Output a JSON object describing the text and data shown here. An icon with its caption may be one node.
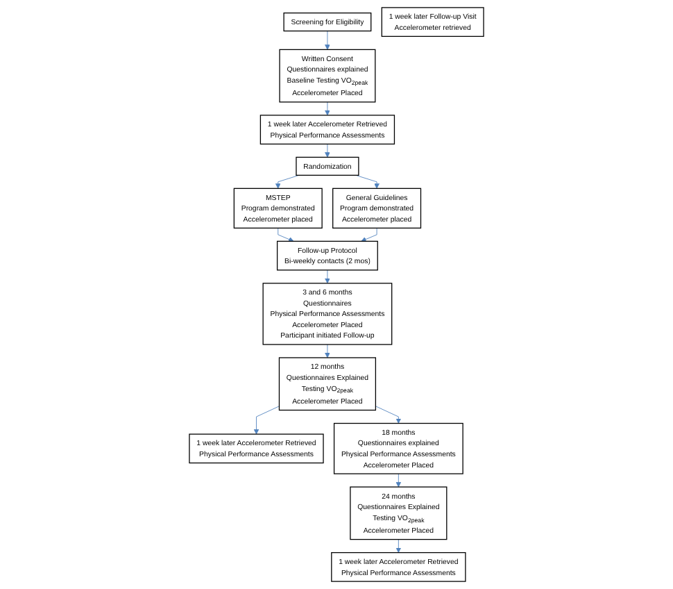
{
  "diagram": {
    "nodes": [
      {
        "text": [
          "Screening for Eligibility"
        ]
      },
      {
        "text": [
          "Written Consent",
          "Questionnaires explained",
          "Baseline Testing VO$_{2peak}$",
          "Accelerometer Placed"
        ]
      },
      {
        "text": [
          "1 week later Accelerometer Retrieved",
          "Physical Performance Assessments"
        ]
      },
      {
        "text": [
          "Randomization"
        ]
      },
      {
        "text": [
          "MSTEP",
          "Program demonstrated",
          "Accelerometer placed"
        ]
      },
      {
        "text": [
          "General Guidelines",
          "Program demonstrated",
          "Accelerometer placed"
        ]
      },
      {
        "text": [
          "1 week later Follow-up Visit",
          "Accelerometer retrieved"
        ]
      },
      {
        "text": [
          "Follow-up Protocol",
          "Bi-weekly contacts (2 mos)"
        ]
      },
      {
        "text": [
          "3 and 6 months",
          "Questionnaires",
          "Physical Performance Assessments",
          "Accelerometer Placed",
          "Participant initiated Follow-up"
        ]
      },
      {
        "text": [
          "12 months",
          "Questionnaires Explained",
          "Testing VO$_{2peak}$",
          "Accelerometer Placed"
        ]
      },
      {
        "text": [
          "1 week later Accelerometer Retrieved",
          "Physical Performance Assessments"
        ]
      },
      {
        "text": [
          "18 months",
          "Questionnaires explained",
          "Physical Performance Assessments",
          "Accelerometer Placed"
        ]
      },
      {
        "text": [
          "24 months",
          "Questionnaires Explained",
          "Testing VO$_{2peak}$",
          "Accelerometer Placed"
        ]
      },
      {
        "text": [
          "1 week later Accelerometer Retrieved",
          "Physical Performance Assessments"
        ]
      }
    ],
    "edges": [
      {
        "from": 0,
        "to": 1,
        "arrow": "to"
      },
      {
        "from": 1,
        "to": 2,
        "arrow": "to"
      },
      {
        "from": 2,
        "to": 3,
        "arrow": "to"
      },
      {
        "from": 3,
        "to": 4,
        "arrow": "to"
      },
      {
        "from": 3,
        "to": 5,
        "arrow": "to"
      },
      {
        "from": 4,
        "to": 7,
        "arrow": "to"
      },
      {
        "from": 5,
        "to": 7,
        "arrow": "to"
      },
      {
        "from": 7,
        "to": 8,
        "arrow": "to"
      },
      {
        "from": 8,
        "to": 9,
        "arrow": "to"
      },
      {
        "from": 9,
        "to": 10,
        "arrow": "to"
      },
      {
        "from": 9,
        "to": 11,
        "arrow": "to"
      },
      {
        "from": 11,
        "to": 12,
        "arrow": "to"
      },
      {
        "from": 12,
        "to": 13,
        "arrow": "to"
      }
    ]
  }
}
